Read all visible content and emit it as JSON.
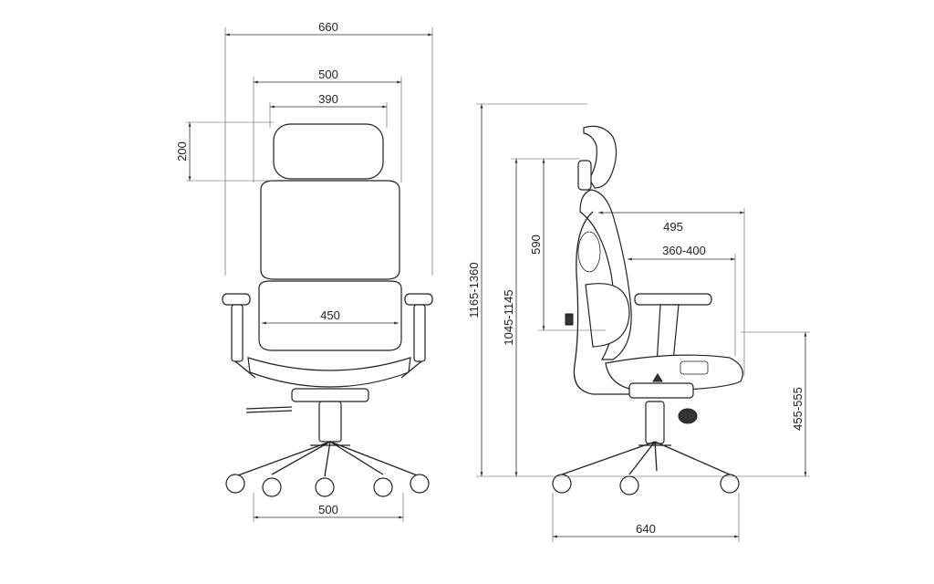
{
  "front_view": {
    "overall_width": "660",
    "backrest_width": "500",
    "headrest_width": "390",
    "headrest_height": "200",
    "seat_width": "450",
    "base_width": "500"
  },
  "side_view": {
    "overall_height": "1165-1360",
    "backrest_top_height": "1045-1145",
    "backrest_height": "590",
    "overall_depth": "495",
    "seat_depth": "360-400",
    "seat_height": "455-555",
    "base_depth": "640"
  },
  "colors": {
    "line": "#222222",
    "background": "#ffffff"
  }
}
